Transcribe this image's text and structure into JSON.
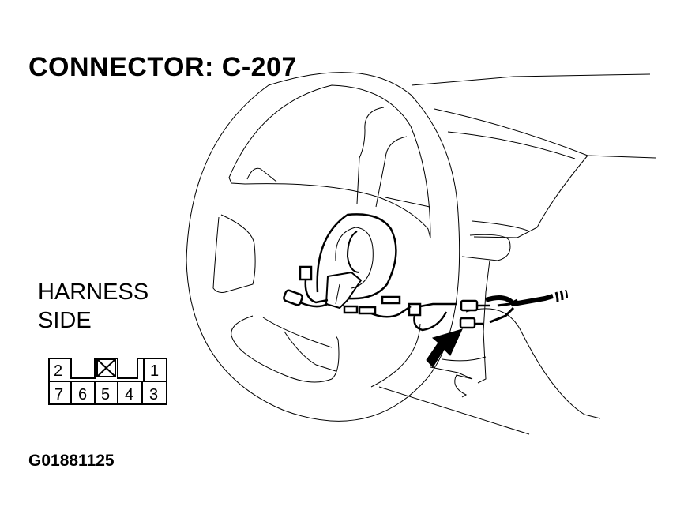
{
  "diagram": {
    "title": "CONNECTOR: C-207",
    "label_line1": "HARNESS",
    "label_line2": "SIDE",
    "figure_id": "G01881125",
    "connector": {
      "top_row": [
        "2",
        "x",
        "1"
      ],
      "bottom_row": [
        "7",
        "6",
        "5",
        "4",
        "3"
      ]
    },
    "components": [
      "steering-wheel",
      "clock-spring",
      "wiring-harness",
      "connector-c207",
      "locator-arrow",
      "instrument-panel"
    ],
    "colors": {
      "line": "#000000",
      "background": "#ffffff"
    }
  }
}
